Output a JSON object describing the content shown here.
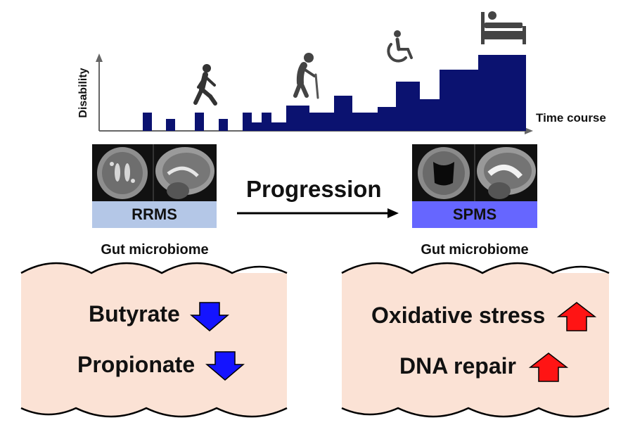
{
  "chart": {
    "ylabel": "Disability",
    "xlabel": "Time course",
    "color": "#0b1270",
    "icons": [
      "walking-person-icon",
      "person-with-cane-icon",
      "wheelchair-icon",
      "bed-icon"
    ]
  },
  "stages": {
    "rrms": {
      "label": "RRMS",
      "color": "#b4c7e7"
    },
    "spms": {
      "label": "SPMS",
      "color": "#6666ff"
    },
    "progression_label": "Progression"
  },
  "gut": {
    "left": {
      "title": "Gut microbiome",
      "items": [
        {
          "label": "Butyrate",
          "direction": "down",
          "color": "#1414ff"
        },
        {
          "label": "Propionate",
          "direction": "down",
          "color": "#1414ff"
        }
      ]
    },
    "right": {
      "title": "Gut microbiome",
      "items": [
        {
          "label": "Oxidative stress",
          "direction": "up",
          "color": "#ff1414"
        },
        {
          "label": "DNA repair",
          "direction": "up",
          "color": "#ff1414"
        }
      ]
    },
    "fill": "#fbe2d5"
  }
}
